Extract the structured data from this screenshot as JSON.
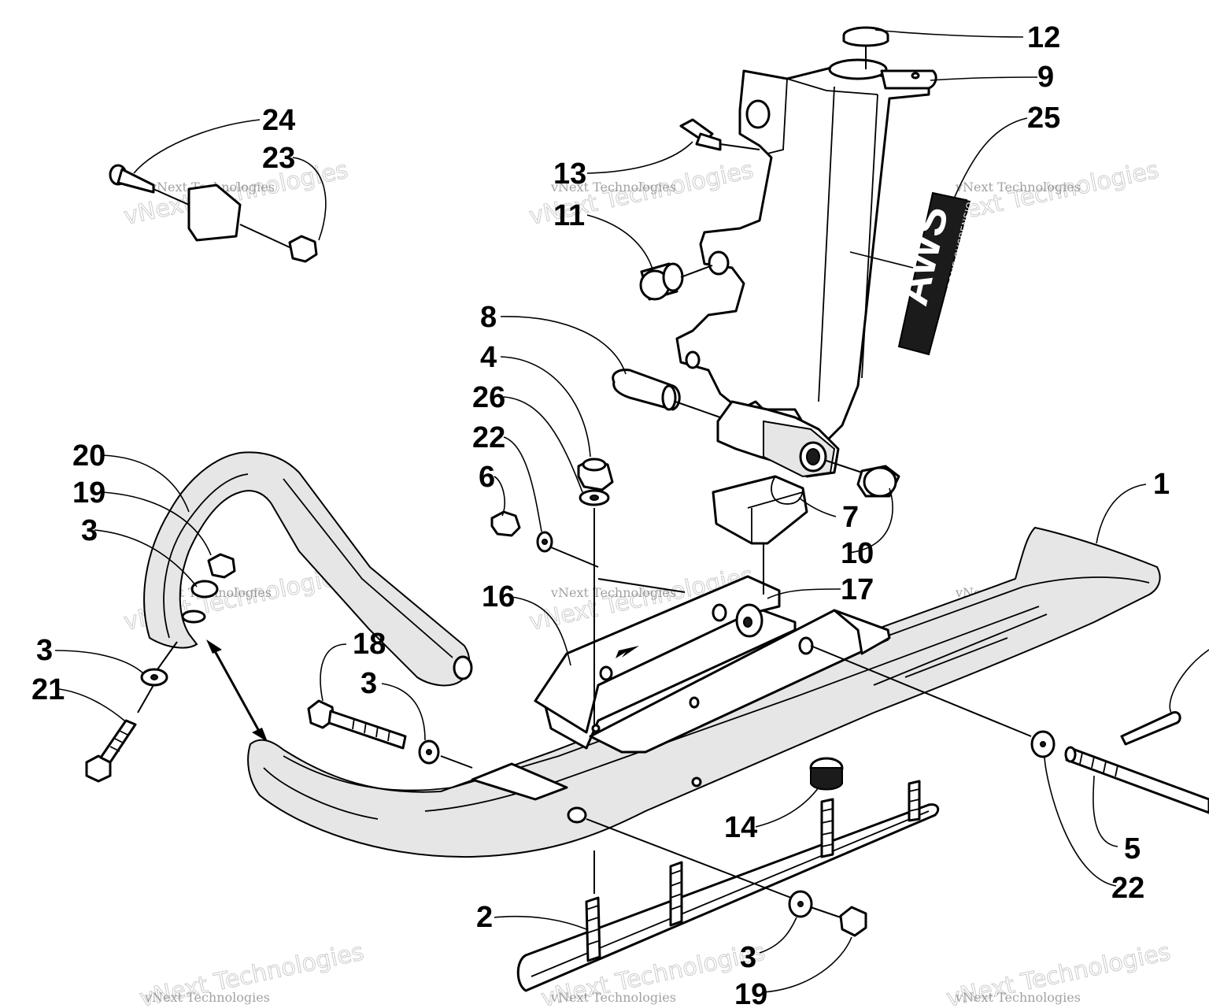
{
  "diagram": {
    "callouts": [
      {
        "label": "12"
      },
      {
        "label": "9"
      },
      {
        "label": "25"
      },
      {
        "label": "24"
      },
      {
        "label": "23"
      },
      {
        "label": "13"
      },
      {
        "label": "11"
      },
      {
        "label": "8"
      },
      {
        "label": "4"
      },
      {
        "label": "26"
      },
      {
        "label": "22"
      },
      {
        "label": "6"
      },
      {
        "label": "20"
      },
      {
        "label": "19"
      },
      {
        "label": "3"
      },
      {
        "label": "7"
      },
      {
        "label": "10"
      },
      {
        "label": "1"
      },
      {
        "label": "17"
      },
      {
        "label": "16"
      },
      {
        "label": "18"
      },
      {
        "label": "3"
      },
      {
        "label": "21"
      },
      {
        "label": "3"
      },
      {
        "label": "14"
      },
      {
        "label": "5"
      },
      {
        "label": "22"
      },
      {
        "label": "2"
      },
      {
        "label": "3"
      },
      {
        "label": "19"
      }
    ],
    "decal": {
      "logo": "AWS",
      "subtitle": "ARCTIC WISHBONE SUSPENSION"
    },
    "watermark": {
      "line1": "vNext Technologies",
      "line2": "vNext Technologies"
    }
  }
}
